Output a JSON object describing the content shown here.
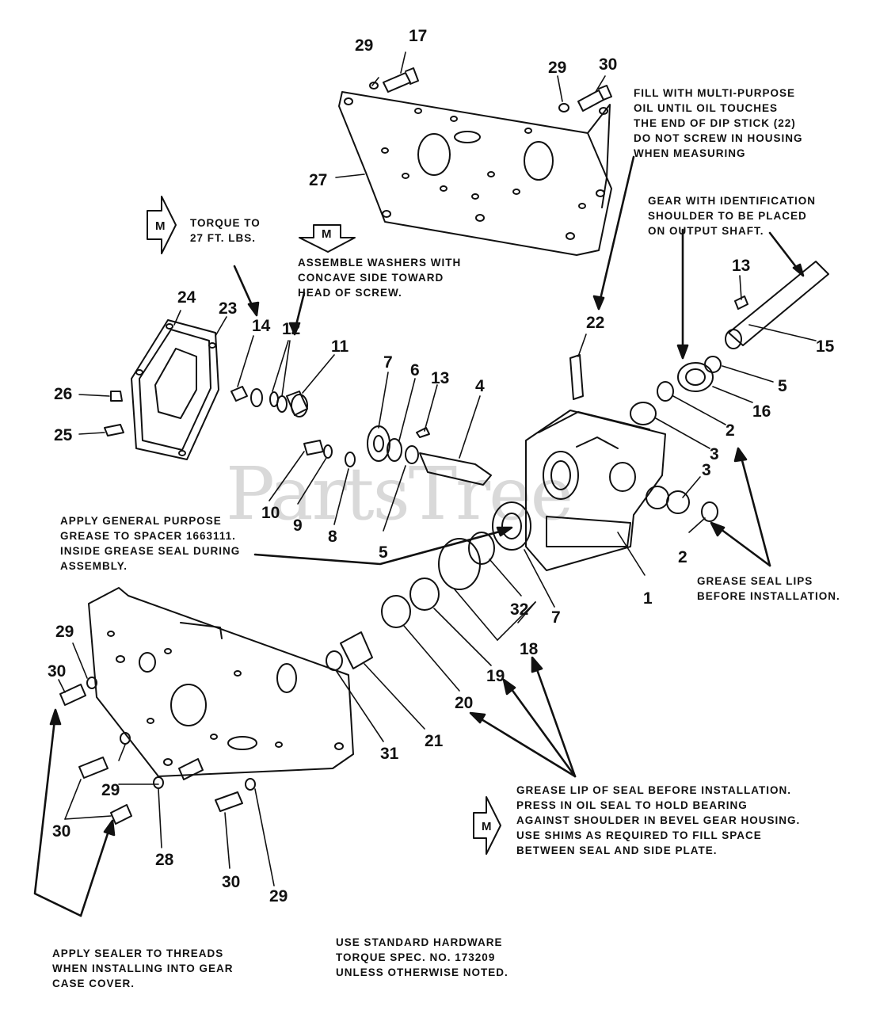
{
  "watermark": "PartsTree",
  "marker_letter": "M",
  "part_numbers": [
    "17",
    "29",
    "29",
    "30",
    "27",
    "24",
    "23",
    "14",
    "12",
    "11",
    "26",
    "25",
    "7",
    "6",
    "13",
    "4",
    "22",
    "13",
    "15",
    "5",
    "16",
    "2",
    "3",
    "10",
    "9",
    "8",
    "5",
    "3",
    "2",
    "1",
    "7",
    "32",
    "18",
    "19",
    "20",
    "21",
    "31",
    "29",
    "30",
    "29",
    "30",
    "28",
    "30",
    "29"
  ],
  "notes": {
    "fill_oil": [
      "FILL WITH MULTI-PURPOSE",
      "OIL UNTIL OIL TOUCHES",
      "THE END OF DIP STICK (22)",
      "DO NOT SCREW IN HOUSING",
      "WHEN MEASURING"
    ],
    "gear_id": [
      "GEAR WITH IDENTIFICATION",
      "SHOULDER TO BE PLACED",
      "ON OUTPUT SHAFT."
    ],
    "torque": [
      "TORQUE TO",
      "27 FT. LBS."
    ],
    "washers": [
      "ASSEMBLE WASHERS WITH",
      "CONCAVE SIDE TOWARD",
      "HEAD OF SCREW."
    ],
    "grease_spacer": [
      "APPLY GENERAL PURPOSE",
      "GREASE TO SPACER 1663111.",
      "INSIDE GREASE SEAL DURING",
      "ASSEMBLY."
    ],
    "grease_lips": [
      "GREASE SEAL LIPS",
      "BEFORE INSTALLATION."
    ],
    "grease_lip_seal": [
      "GREASE LIP OF SEAL BEFORE INSTALLATION.",
      "PRESS IN OIL SEAL TO HOLD BEARING",
      "AGAINST SHOULDER IN BEVEL GEAR HOUSING.",
      "USE SHIMS AS REQUIRED TO FILL SPACE",
      "BETWEEN SEAL AND SIDE PLATE."
    ],
    "hardware": [
      "USE STANDARD HARDWARE",
      "TORQUE SPEC. NO. 173209",
      "UNLESS OTHERWISE NOTED."
    ],
    "sealer": [
      "APPLY SEALER TO THREADS",
      "WHEN INSTALLING INTO GEAR",
      "CASE COVER."
    ]
  }
}
